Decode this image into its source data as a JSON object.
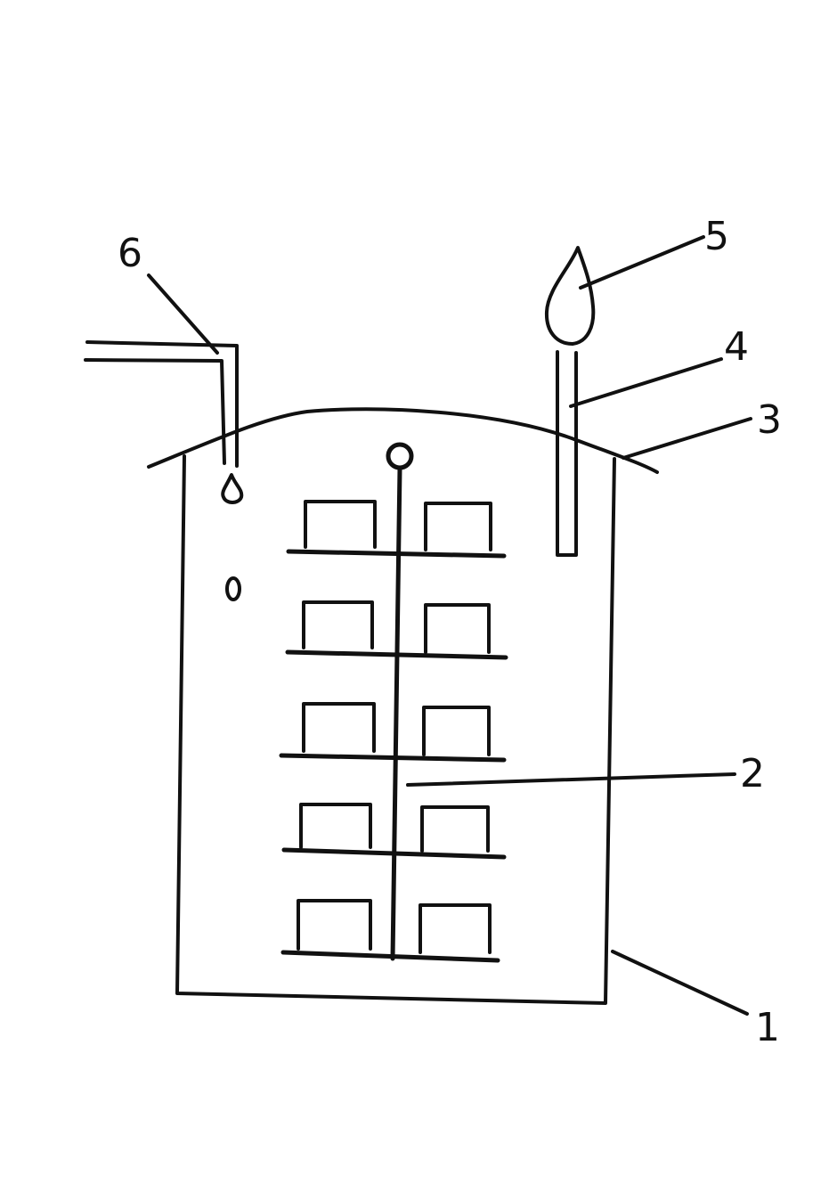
{
  "labels": {
    "tank": "1",
    "rack": "2",
    "lid": "3",
    "gas_pipe": "4",
    "flame": "5",
    "water_pipe": "6"
  },
  "colors": {
    "ink": "#111111",
    "background": "#ffffff"
  }
}
